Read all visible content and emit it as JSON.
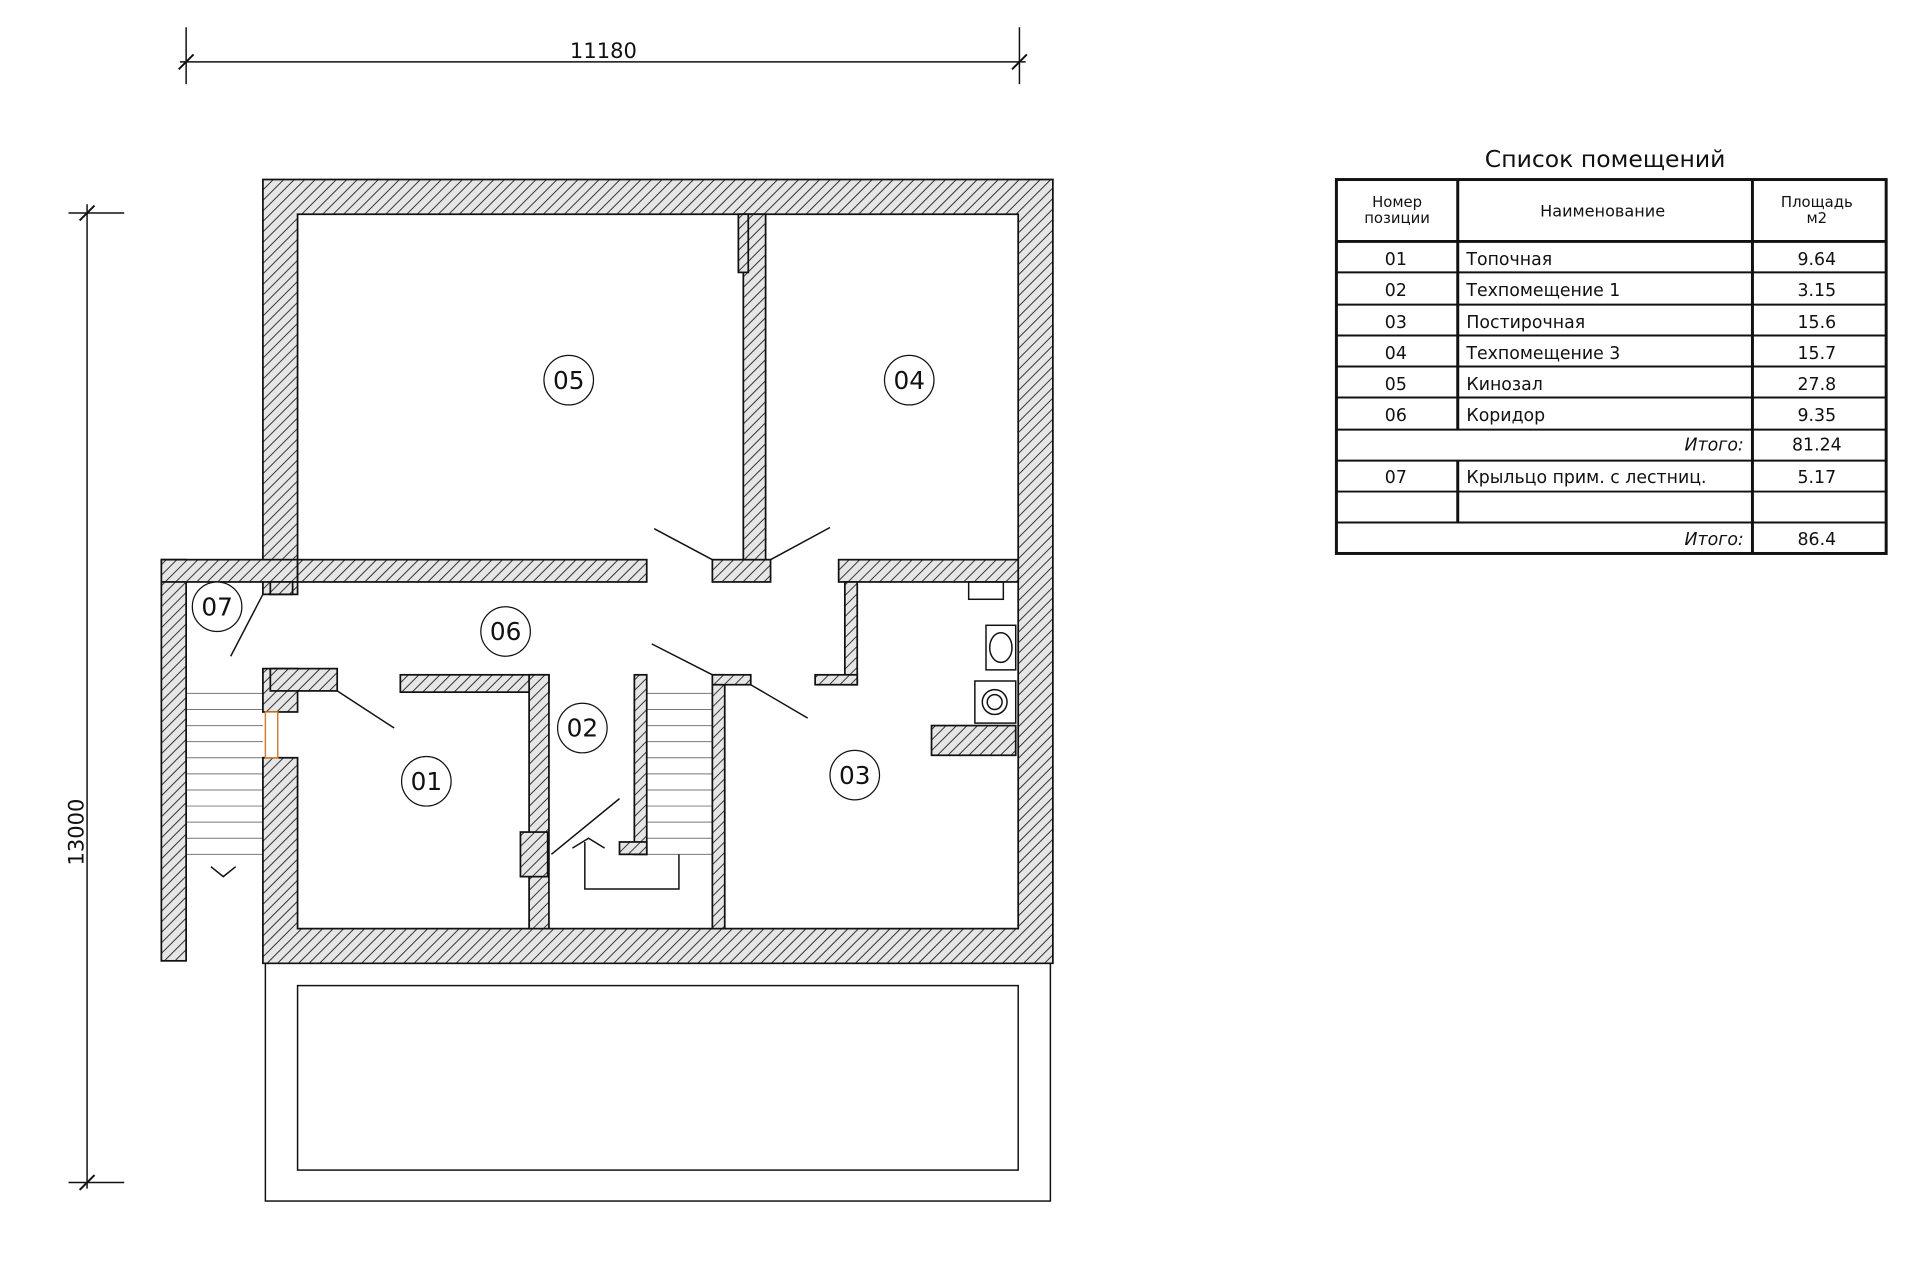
{
  "dimensions": {
    "width": "11180",
    "height": "13000"
  },
  "rooms": [
    {
      "id": "05"
    },
    {
      "id": "04"
    },
    {
      "id": "07"
    },
    {
      "id": "06"
    },
    {
      "id": "02"
    },
    {
      "id": "01"
    },
    {
      "id": "03"
    }
  ],
  "table": {
    "title": "Список помещений",
    "headers": {
      "number_line1": "Номер",
      "number_line2": "позиции",
      "name": "Наименование",
      "area_line1": "Площадь",
      "area_line2": "м2"
    },
    "rows": [
      {
        "num": "01",
        "name": "Топочная",
        "area": "9.64"
      },
      {
        "num": "02",
        "name": "Техпомещение 1",
        "area": "3.15"
      },
      {
        "num": "03",
        "name": "Постирочная",
        "area": "15.6"
      },
      {
        "num": "04",
        "name": "Техпомещение 3",
        "area": "15.7"
      },
      {
        "num": "05",
        "name": "Кинозал",
        "area": "27.8"
      },
      {
        "num": "06",
        "name": "Коридор",
        "area": "9.35"
      }
    ],
    "subtotal": {
      "label": "Итого:",
      "value": "81.24"
    },
    "extra_row": {
      "num": "07",
      "name": "Крыльцо прим. с лестниц.",
      "area": "5.17"
    },
    "total": {
      "label": "Итого:",
      "value": "86.4"
    }
  }
}
